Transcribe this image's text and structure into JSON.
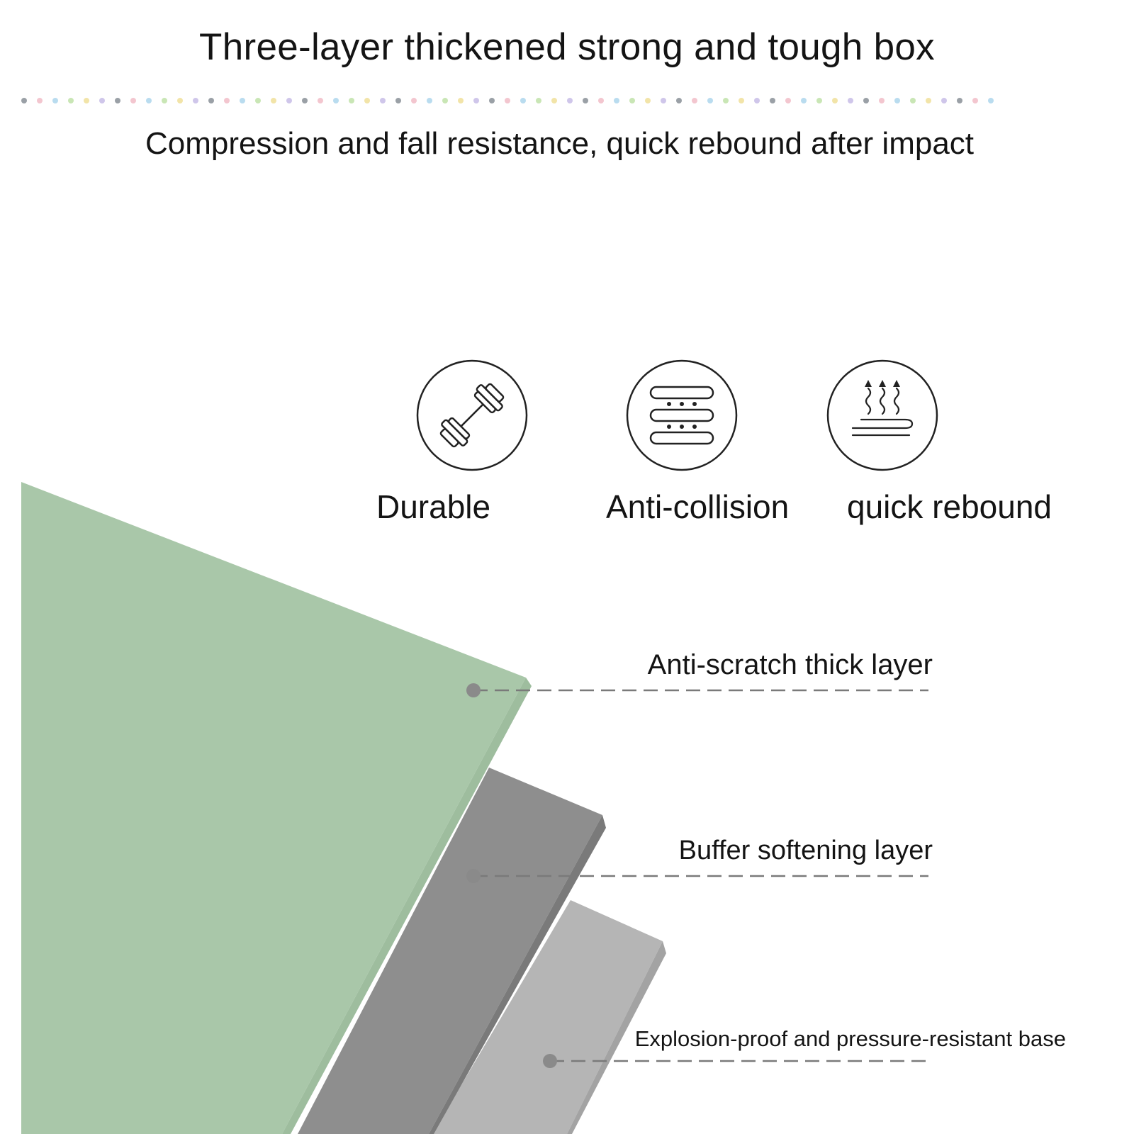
{
  "header": {
    "title": "Three-layer thickened strong and tough box",
    "subtitle": "Compression and fall resistance, quick rebound after impact"
  },
  "dots": {
    "colors": [
      "#9aa0a6",
      "#f3c6cf",
      "#b9dcef",
      "#c9e6b5",
      "#f2e4a8",
      "#cfc6ea"
    ]
  },
  "features": [
    {
      "label": "Durable",
      "icon": "dumbbell-icon"
    },
    {
      "label": "Anti-collision",
      "icon": "layered-cushion-icon"
    },
    {
      "label": "quick rebound",
      "icon": "rebound-arrows-icon"
    }
  ],
  "layers": [
    {
      "label": "Anti-scratch thick layer",
      "color": "#a9c7a9"
    },
    {
      "label": "Buffer softening layer",
      "color": "#8e8e8e"
    },
    {
      "label": "Explosion-proof and pressure-resistant base",
      "color": "#b5b5b5"
    }
  ]
}
